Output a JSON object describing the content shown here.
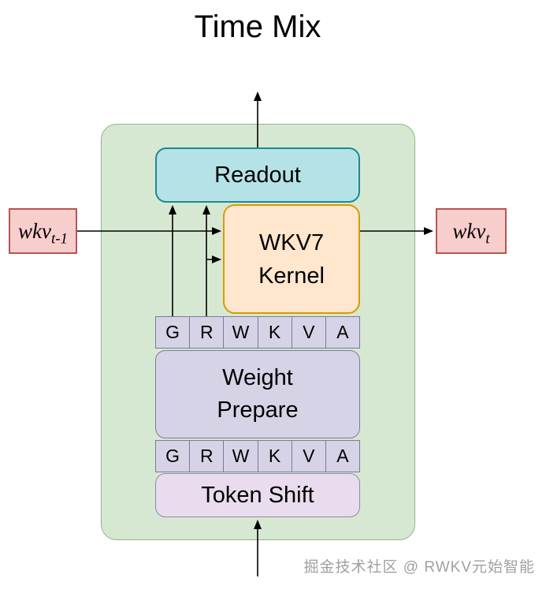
{
  "title": "Time Mix",
  "boxes": {
    "readout": "Readout",
    "kernel_line1": "WKV7",
    "kernel_line2": "Kernel",
    "weight_line1": "Weight",
    "weight_line2": "Prepare",
    "token_shift": "Token Shift"
  },
  "signals": {
    "letters": [
      "G",
      "R",
      "W",
      "K",
      "V",
      "A"
    ]
  },
  "io": {
    "input": {
      "base": "wkv",
      "subscript": "t-1"
    },
    "output": {
      "base": "wkv",
      "subscript": "t"
    }
  },
  "watermark": "掘金技术社区 @ RWKV元始智能",
  "colors": {
    "container-fill": "#d7e8d2",
    "container-stroke": "#8fb586",
    "readout-fill": "#b5e2e6",
    "readout-stroke": "#1b8a93",
    "kernel-fill": "#ffe6cc",
    "kernel-stroke": "#d79b00",
    "cell-fill": "#d6d3e7",
    "cell-stroke": "#7d7899",
    "token-fill": "#e9dcee",
    "token-stroke": "#9288a4",
    "state-fill": "#f8cecc",
    "state-stroke": "#b85450",
    "edge": "#000000",
    "watermark": "#a0a0a0"
  }
}
